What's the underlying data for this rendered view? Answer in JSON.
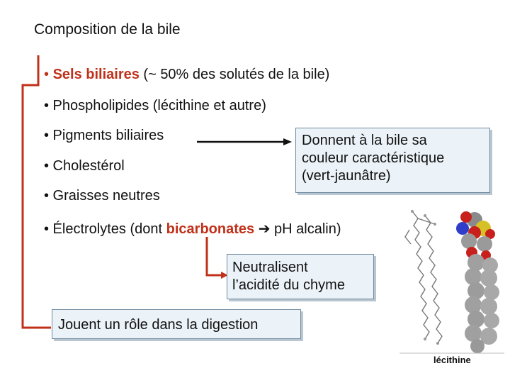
{
  "title": "Composition de la bile",
  "bullets": {
    "sels": {
      "prefix": "• ",
      "emph": "Sels biliaires",
      "rest": " (~ 50% des solutés de la bile)"
    },
    "phospho": "• Phospholipides (lécithine et autre)",
    "pigments": "• Pigments biliaires",
    "cholesterol": "• Cholestérol",
    "graisses": "• Graisses neutres",
    "electrolytes": {
      "prefix": "• Électrolytes (dont ",
      "emph": "bicarbonates",
      "arrow": "➔",
      "rest": " pH alcalin)"
    }
  },
  "boxes": {
    "couleur": [
      "Donnent à la bile sa",
      "couleur caractéristique",
      "(vert-jaunâtre)"
    ],
    "neutralise": [
      "Neutralisent",
      "l’acidité du chyme"
    ],
    "digestion": "Jouent un rôle dans la digestion"
  },
  "image_caption": "lécithine",
  "colors": {
    "accent": "#c0311a",
    "box_bg": "#ecf3f8",
    "box_border": "#6d8aa0"
  }
}
